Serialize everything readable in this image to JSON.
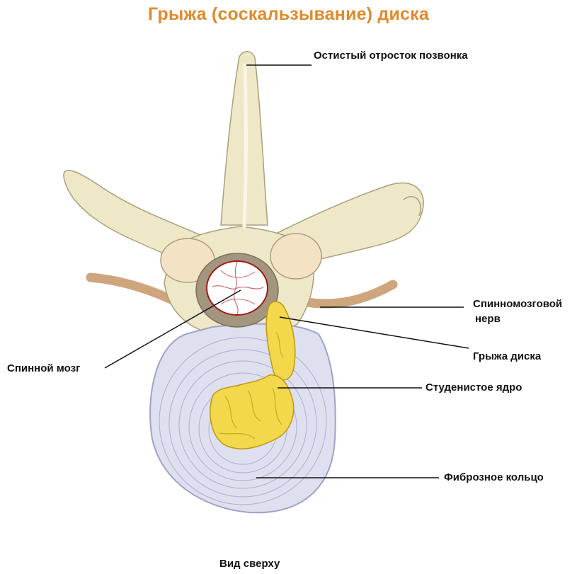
{
  "title": "Грыжа (соскальзывание) диска",
  "labels": {
    "spinous_process": "Остистый отросток позвонка",
    "spinal_nerve_line1": "Спинномозговой",
    "spinal_nerve_line2": "нерв",
    "herniation": "Грыжа диска",
    "spinal_cord": "Спинной мозг",
    "nucleus": "Студенистое ядро",
    "annulus": "Фиброзное кольцо"
  },
  "caption": "Вид сверху",
  "colors": {
    "title": "#e08a2c",
    "bone_fill": "#efe8c8",
    "bone_stroke": "#a8a07a",
    "nerve": "#cfa57d",
    "disc_fill": "#dfe0ef",
    "disc_rings": "#b3b5d4",
    "nucleus_fill": "#f2d84a",
    "nucleus_stroke": "#b99a12",
    "cord_outline": "#a01818"
  }
}
